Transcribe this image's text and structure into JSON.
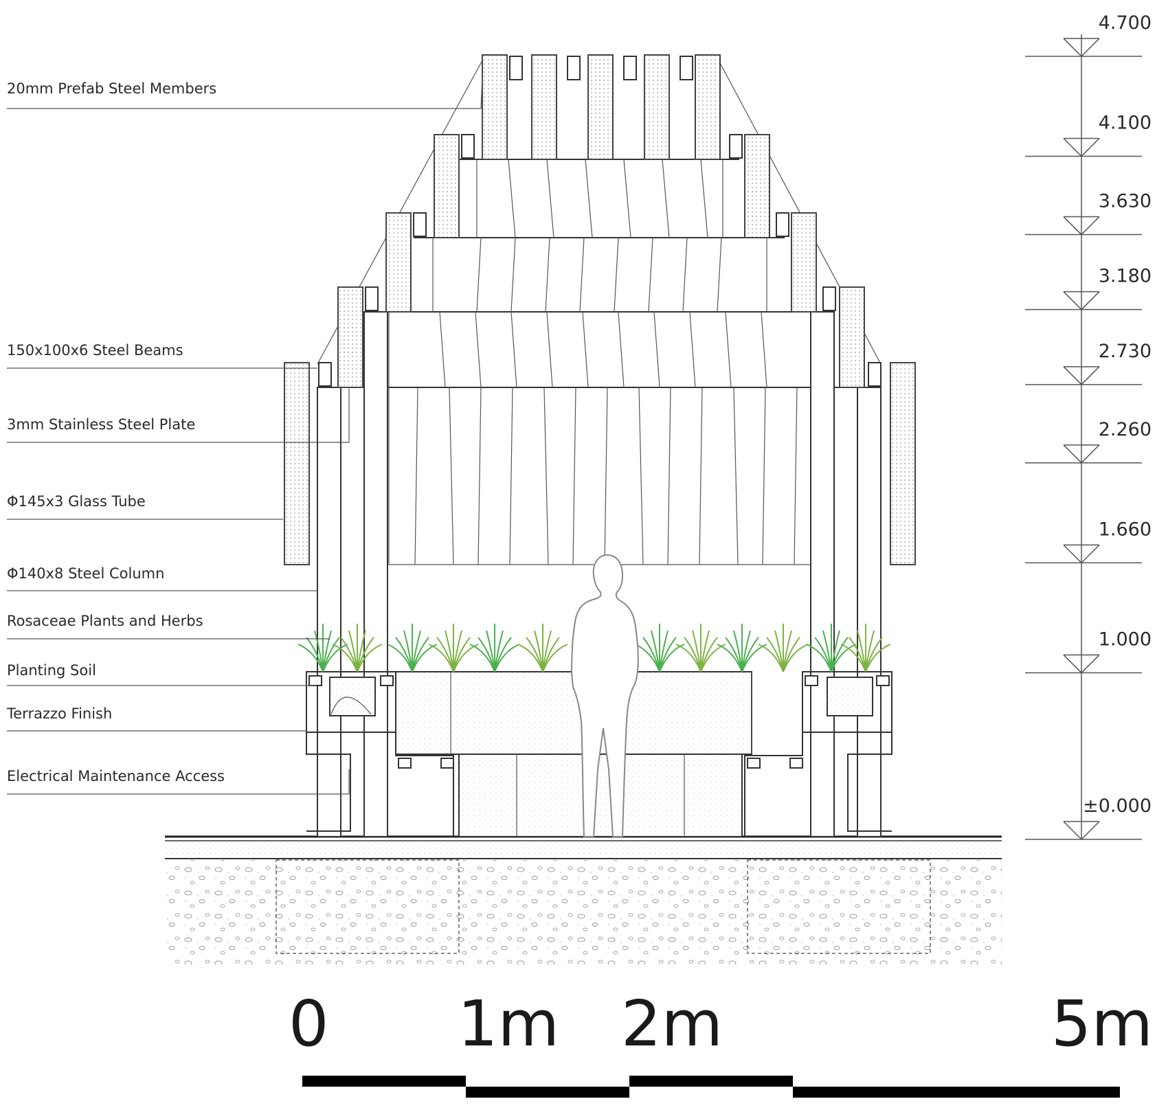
{
  "annotations": [
    {
      "id": "prefab-steel",
      "text": "20mm Prefab Steel Members"
    },
    {
      "id": "steel-beams",
      "text": "150x100x6 Steel Beams"
    },
    {
      "id": "stainless-plate",
      "text": "3mm Stainless Steel Plate"
    },
    {
      "id": "glass-tube",
      "text": "Φ145x3 Glass Tube"
    },
    {
      "id": "steel-column",
      "text": "Φ140x8 Steel Column"
    },
    {
      "id": "plants",
      "text": "Rosaceae Plants and Herbs"
    },
    {
      "id": "soil",
      "text": "Planting Soil"
    },
    {
      "id": "terrazzo",
      "text": "Terrazzo Finish"
    },
    {
      "id": "electrical",
      "text": "Electrical Maintenance Access"
    }
  ],
  "levels": [
    {
      "text": "4.700",
      "value": 4.7
    },
    {
      "text": "4.100",
      "value": 4.1
    },
    {
      "text": "3.630",
      "value": 3.63
    },
    {
      "text": "3.180",
      "value": 3.18
    },
    {
      "text": "2.730",
      "value": 2.73
    },
    {
      "text": "2.260",
      "value": 2.26
    },
    {
      "text": "1.660",
      "value": 1.66
    },
    {
      "text": "1.000",
      "value": 1.0
    },
    {
      "text": "±0.000",
      "value": 0.0
    }
  ],
  "scale_bar": {
    "labels": [
      {
        "text": "0",
        "value": 0
      },
      {
        "text": "1m",
        "value": 1
      },
      {
        "text": "2m",
        "value": 2
      },
      {
        "text": "5m",
        "value": 5
      }
    ],
    "max": 5
  },
  "colors": {
    "line": "#333333",
    "plant": "#4caf50",
    "plant_light": "#7cb342",
    "scale": "#000000"
  }
}
